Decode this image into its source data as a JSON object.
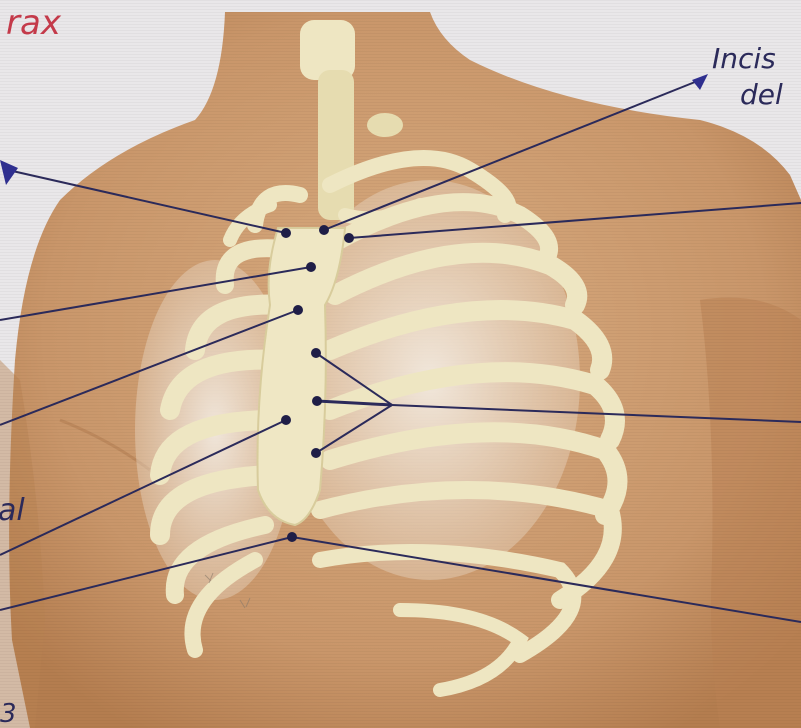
{
  "handwriting": {
    "title_fragment": "rax",
    "top_right_line1": "Incis",
    "top_right_line2": "del",
    "left_fragment_mid": "al",
    "left_fragment_bottom": "3"
  },
  "colors": {
    "paper": "#e9e7e9",
    "skin": "#cf9f72",
    "skin_dark": "#b98253",
    "bone": "#eee6c2",
    "bone_shadow": "#d8cc9c",
    "lung": "#efe8df",
    "leader_line": "#2b2a5a",
    "ink_blue": "#2f2f8f",
    "ink_red": "#c43a4a"
  },
  "markers": [
    "sternoclavicular-left",
    "jugular-notch",
    "sternoclavicular-right",
    "manubrium",
    "sternal-angle",
    "costal-cartilage-upper",
    "costal-cartilage-middle",
    "costal-cartilage-lower",
    "sternum-body",
    "xiphoid-process"
  ]
}
